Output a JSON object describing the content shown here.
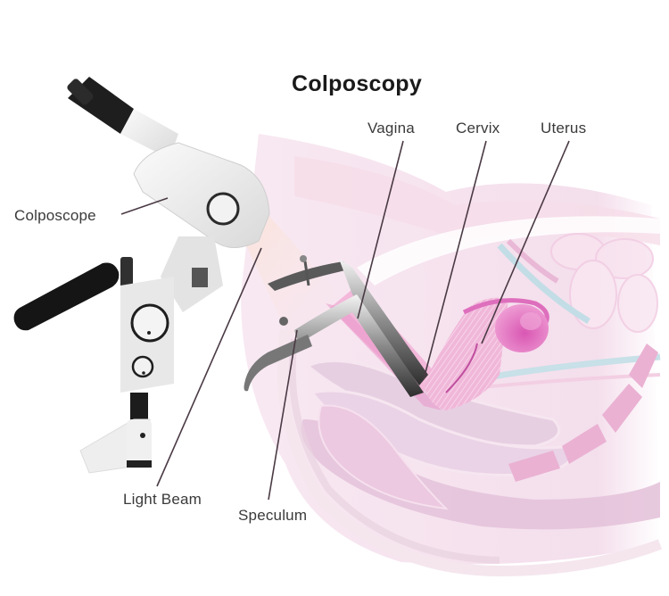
{
  "diagram": {
    "title": "Colposcopy",
    "labels": {
      "colposcope": "Colposcope",
      "vagina": "Vagina",
      "cervix": "Cervix",
      "uterus": "Uterus",
      "light_beam": "Light Beam",
      "speculum": "Speculum"
    },
    "colors": {
      "background": "#ffffff",
      "title_text": "#1a1a1a",
      "label_text": "#3a3a3a",
      "leader_line": "#4a3a44",
      "tissue_light": "#f5e1ee",
      "tissue_pink": "#eaa7d0",
      "uterus_magenta": "#de6fbd",
      "bladder_blue": "#c3dde6",
      "instrument_white": "#eeeeee",
      "instrument_black": "#1c1c1c",
      "speculum_steel": "#9a9a9a"
    }
  }
}
